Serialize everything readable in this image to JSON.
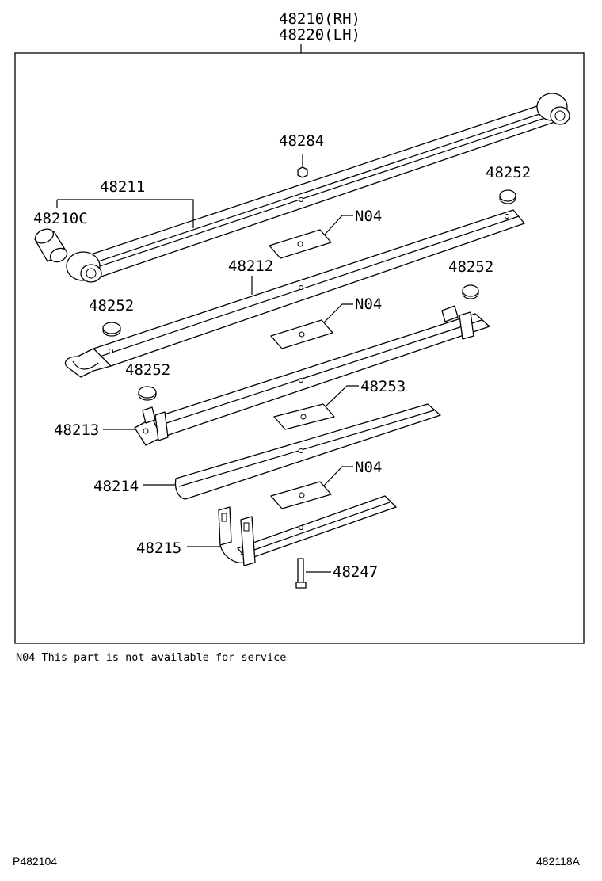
{
  "diagram": {
    "labels": {
      "top_rh": "48210(RH)",
      "top_lh": "48220(LH)",
      "p48284": "48284",
      "p48211": "48211",
      "p48210c": "48210C",
      "p48252_a": "48252",
      "p48252_b": "48252",
      "p48252_c": "48252",
      "p48252_d": "48252",
      "n04_a": "N04",
      "n04_b": "N04",
      "n04_c": "N04",
      "p48212": "48212",
      "p48253": "48253",
      "p48213": "48213",
      "p48214": "48214",
      "p48215": "48215",
      "p48247": "48247"
    }
  },
  "note": "N04 This part is not available for service",
  "footer": {
    "left": "P482104",
    "right": "482118A"
  }
}
